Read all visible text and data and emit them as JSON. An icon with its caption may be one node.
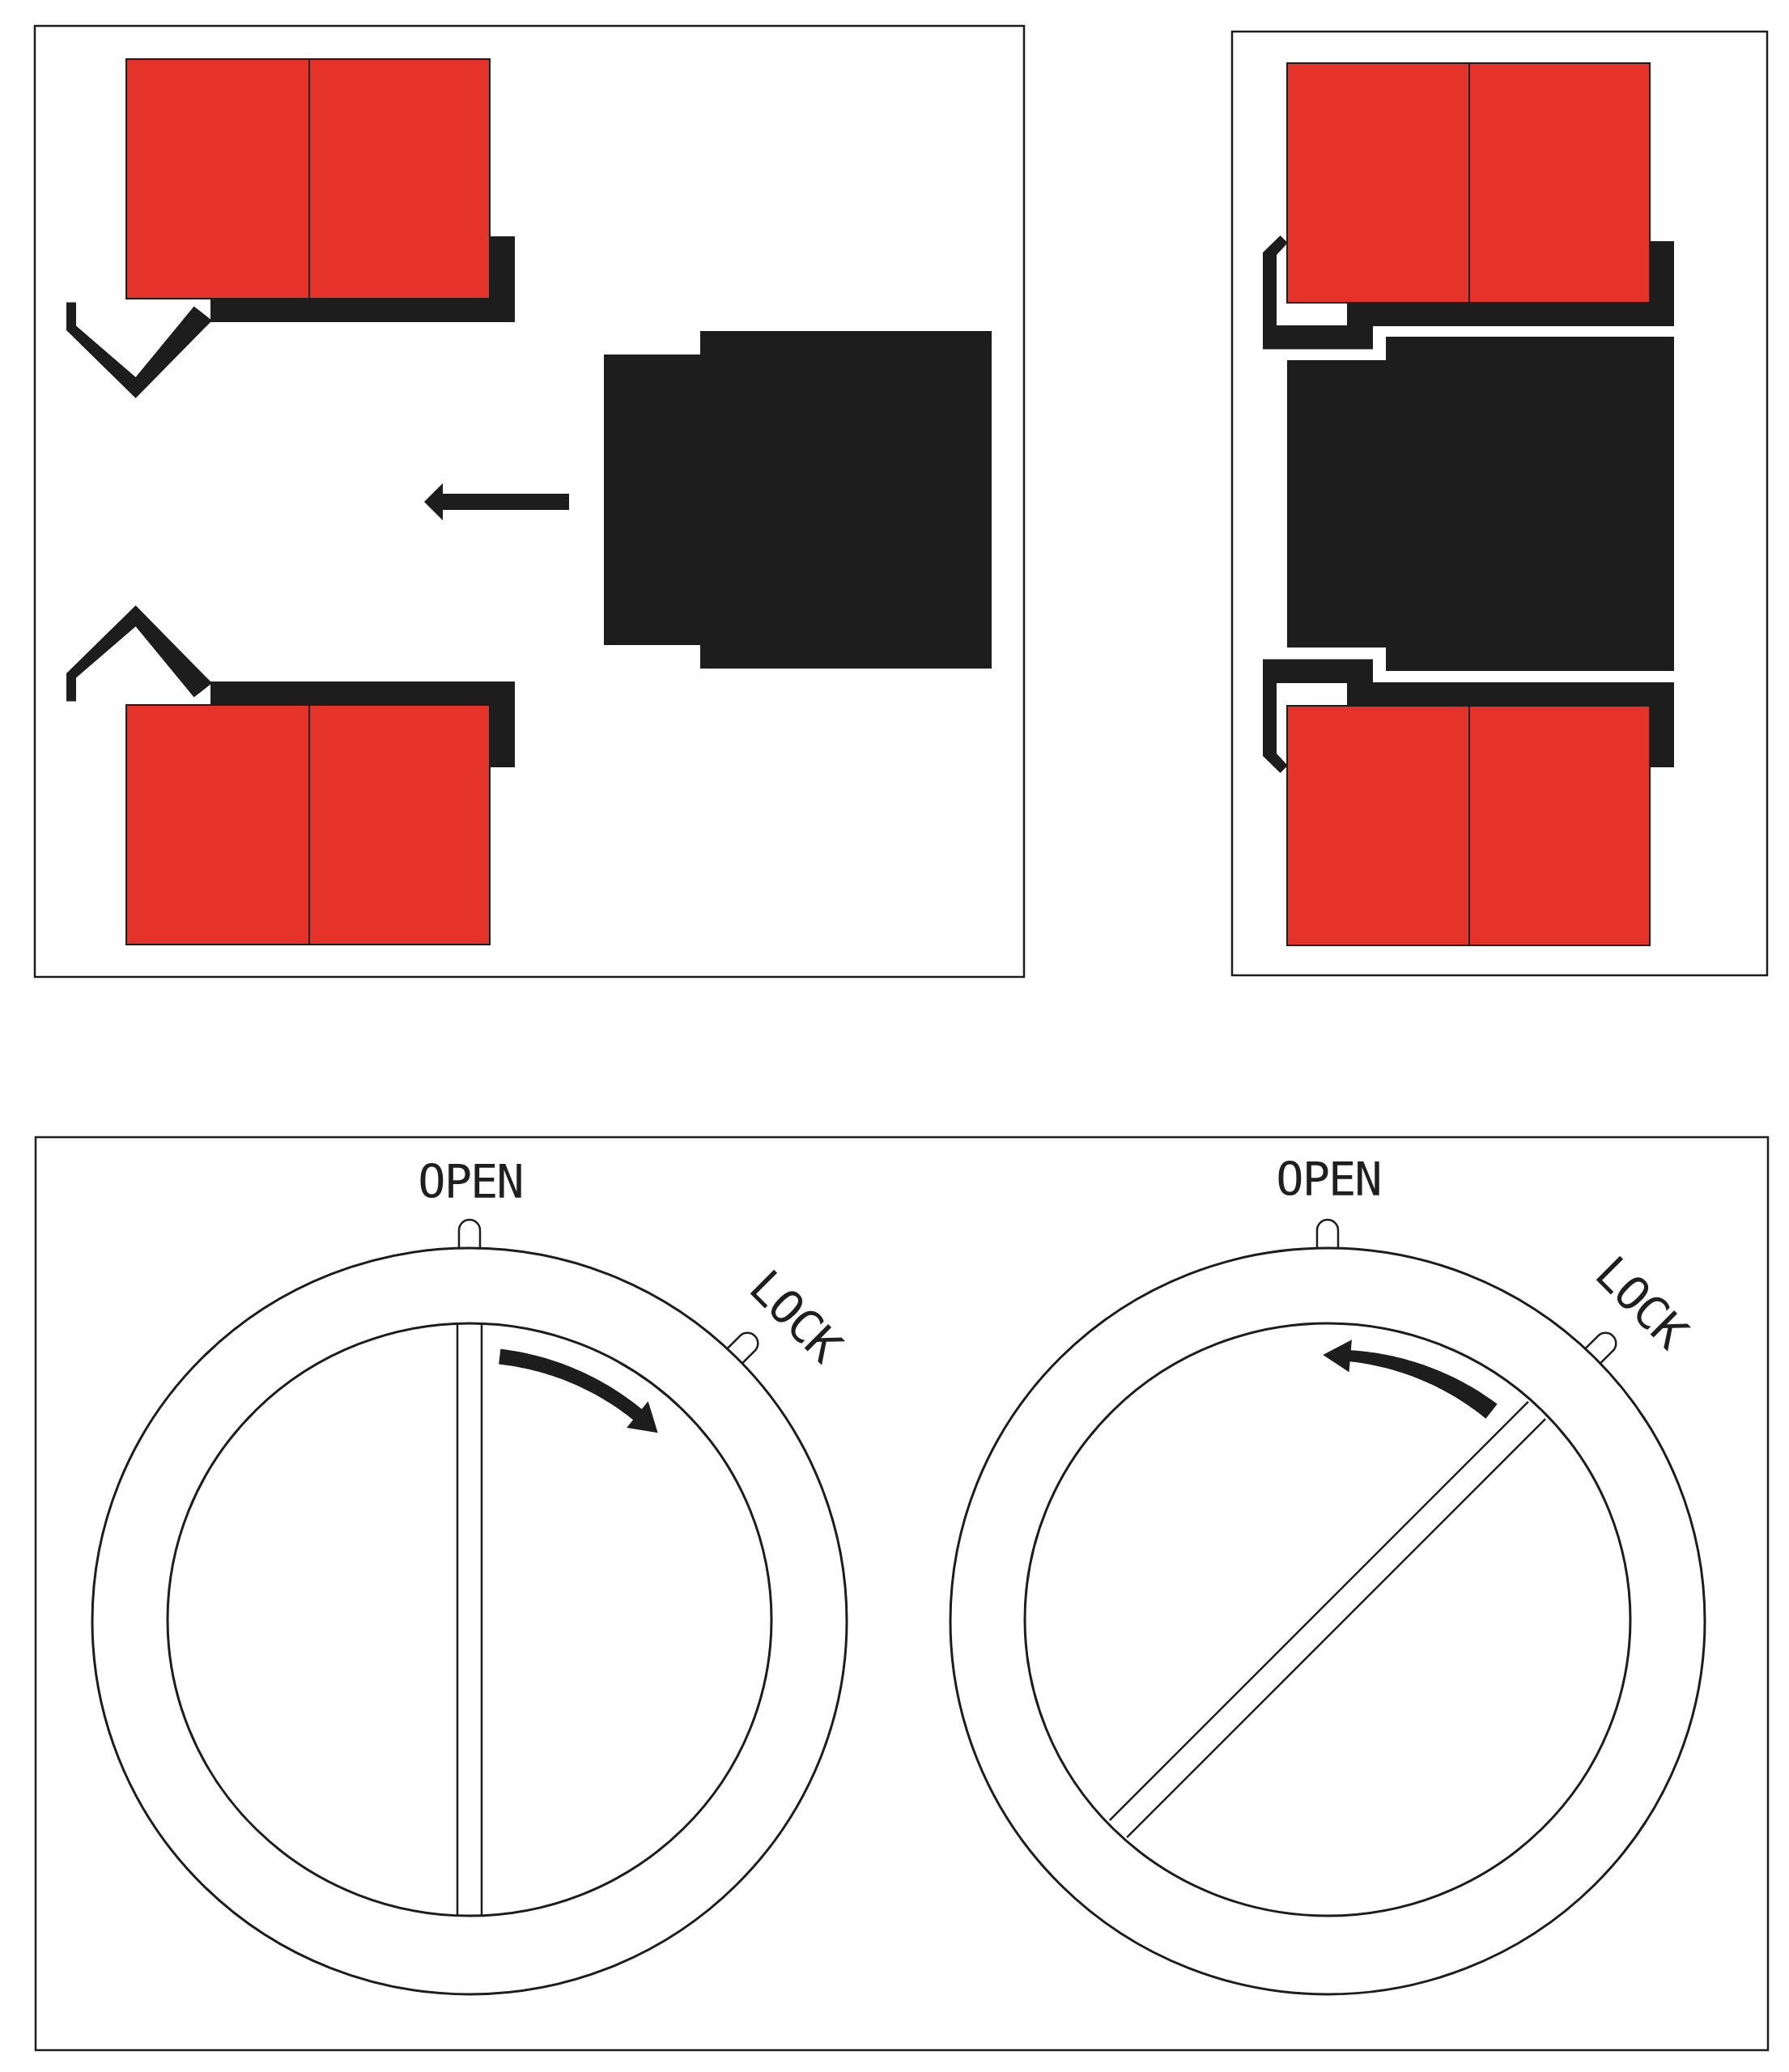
{
  "diagram": {
    "labels": [
      "OPEN",
      "LOCK",
      "OPEN",
      "LOCK"
    ]
  }
}
